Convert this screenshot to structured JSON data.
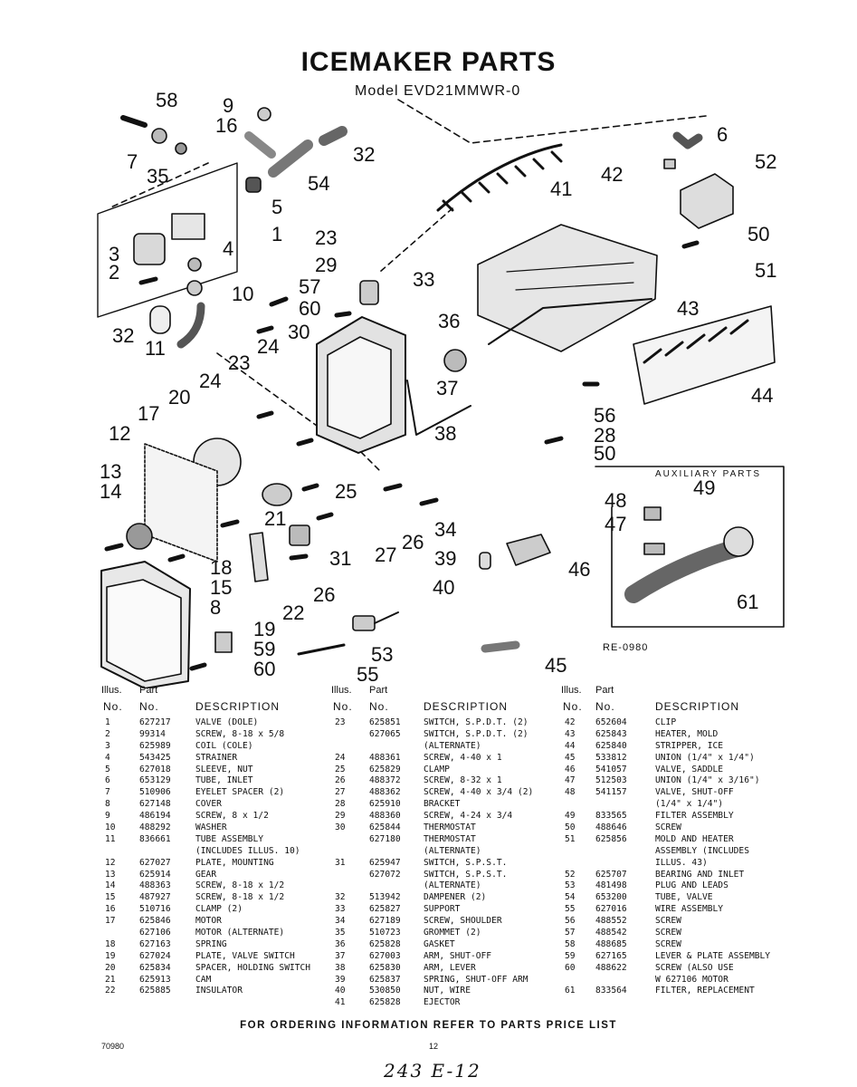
{
  "header": {
    "title": "ICEMAKER PARTS",
    "model": "Model EVD21MMWR-0"
  },
  "diagram": {
    "callouts": [
      "58",
      "9",
      "16",
      "32",
      "6",
      "7",
      "35",
      "54",
      "5",
      "41",
      "42",
      "52",
      "1",
      "3",
      "2",
      "4",
      "10",
      "23",
      "29",
      "33",
      "50",
      "51",
      "57",
      "60",
      "32",
      "11",
      "36",
      "43",
      "24",
      "30",
      "23",
      "44",
      "37",
      "24",
      "20",
      "17",
      "56",
      "28",
      "50",
      "12",
      "38",
      "13",
      "14",
      "25",
      "21",
      "27",
      "34",
      "39",
      "26",
      "18",
      "31",
      "15",
      "26",
      "40",
      "46",
      "8",
      "22",
      "19",
      "59",
      "60",
      "53",
      "55",
      "45",
      "48",
      "49",
      "47",
      "61"
    ],
    "auxiliary_title": "AUXILIARY PARTS",
    "reference_code": "RE-0980"
  },
  "table": {
    "header_line1": {
      "illus": "Illus.",
      "part": "Part"
    },
    "header_line2": {
      "no1": "No.",
      "no2": "No.",
      "desc": "DESCRIPTION"
    },
    "col1": [
      [
        "1",
        "627217",
        "VALVE (DOLE)"
      ],
      [
        "2",
        "99314",
        "SCREW, 8-18 x 5/8"
      ],
      [
        "3",
        "625989",
        "COIL (COLE)"
      ],
      [
        "4",
        "543425",
        "STRAINER"
      ],
      [
        "5",
        "627018",
        "SLEEVE, NUT"
      ],
      [
        "6",
        "653129",
        "TUBE, INLET"
      ],
      [
        "7",
        "510906",
        "EYELET SPACER (2)"
      ],
      [
        "8",
        "627148",
        "COVER"
      ],
      [
        "9",
        "486194",
        "SCREW, 8 x 1/2"
      ],
      [
        "10",
        "488292",
        "WASHER"
      ],
      [
        "11",
        "836661",
        "TUBE ASSEMBLY"
      ],
      [
        "",
        "",
        "(INCLUDES ILLUS. 10)"
      ],
      [
        "12",
        "627027",
        "PLATE, MOUNTING"
      ],
      [
        "13",
        "625914",
        "GEAR"
      ],
      [
        "14",
        "488363",
        "SCREW, 8-18 x 1/2"
      ],
      [
        "15",
        "487927",
        "SCREW, 8-18 x 1/2"
      ],
      [
        "16",
        "510716",
        "CLAMP (2)"
      ],
      [
        "17",
        "625846",
        "MOTOR"
      ],
      [
        "",
        "627106",
        "MOTOR (ALTERNATE)"
      ],
      [
        "18",
        "627163",
        "SPRING"
      ],
      [
        "19",
        "627024",
        "PLATE, VALVE SWITCH"
      ],
      [
        "20",
        "625834",
        "SPACER, HOLDING SWITCH"
      ],
      [
        "21",
        "625913",
        "CAM"
      ],
      [
        "22",
        "625885",
        "INSULATOR"
      ]
    ],
    "col2": [
      [
        "23",
        "625851",
        "SWITCH, S.P.D.T. (2)"
      ],
      [
        "",
        "627065",
        "SWITCH, S.P.D.T. (2)"
      ],
      [
        "",
        "",
        "(ALTERNATE)"
      ],
      [
        "24",
        "488361",
        "SCREW, 4-40 x 1"
      ],
      [
        "25",
        "625829",
        "CLAMP"
      ],
      [
        "26",
        "488372",
        "SCREW, 8-32 x 1"
      ],
      [
        "27",
        "488362",
        "SCREW, 4-40 x 3/4 (2)"
      ],
      [
        "28",
        "625910",
        "BRACKET"
      ],
      [
        "29",
        "488360",
        "SCREW, 4-24 x 3/4"
      ],
      [
        "30",
        "625844",
        "THERMOSTAT"
      ],
      [
        "",
        "627180",
        "THERMOSTAT"
      ],
      [
        "",
        "",
        "(ALTERNATE)"
      ],
      [
        "31",
        "625947",
        "SWITCH, S.P.S.T."
      ],
      [
        "",
        "627072",
        "SWITCH, S.P.S.T."
      ],
      [
        "",
        "",
        "(ALTERNATE)"
      ],
      [
        "32",
        "513942",
        "DAMPENER (2)"
      ],
      [
        "33",
        "625827",
        "SUPPORT"
      ],
      [
        "34",
        "627189",
        "SCREW, SHOULDER"
      ],
      [
        "35",
        "510723",
        "GROMMET (2)"
      ],
      [
        "36",
        "625828",
        "GASKET"
      ],
      [
        "37",
        "627003",
        "ARM, SHUT-OFF"
      ],
      [
        "38",
        "625830",
        "ARM, LEVER"
      ],
      [
        "39",
        "625837",
        "SPRING, SHUT-OFF ARM"
      ],
      [
        "40",
        "530850",
        "NUT, WIRE"
      ],
      [
        "41",
        "625828",
        "EJECTOR"
      ]
    ],
    "col3": [
      [
        "42",
        "652604",
        "CLIP"
      ],
      [
        "43",
        "625843",
        "HEATER, MOLD"
      ],
      [
        "44",
        "625840",
        "STRIPPER, ICE"
      ],
      [
        "45",
        "533812",
        "UNION (1/4\" x 1/4\")"
      ],
      [
        "46",
        "541057",
        "VALVE, SADDLE"
      ],
      [
        "47",
        "512503",
        "UNION (1/4\" x 3/16\")"
      ],
      [
        "48",
        "541157",
        "VALVE, SHUT-OFF"
      ],
      [
        "",
        "",
        "(1/4\" x 1/4\")"
      ],
      [
        "49",
        "833565",
        "FILTER ASSEMBLY"
      ],
      [
        "50",
        "488646",
        "SCREW"
      ],
      [
        "51",
        "625856",
        "MOLD AND HEATER"
      ],
      [
        "",
        "",
        "ASSEMBLY (INCLUDES"
      ],
      [
        "",
        "",
        "ILLUS. 43)"
      ],
      [
        "52",
        "625707",
        "BEARING AND INLET"
      ],
      [
        "53",
        "481498",
        "PLUG AND LEADS"
      ],
      [
        "54",
        "653200",
        "TUBE, VALVE"
      ],
      [
        "55",
        "627016",
        "WIRE ASSEMBLY"
      ],
      [
        "56",
        "488552",
        "SCREW"
      ],
      [
        "57",
        "488542",
        "SCREW"
      ],
      [
        "58",
        "488685",
        "SCREW"
      ],
      [
        "59",
        "627165",
        "LEVER & PLATE ASSEMBLY"
      ],
      [
        "60",
        "488622",
        "SCREW (ALSO USE"
      ],
      [
        "",
        "",
        "W 627106 MOTOR"
      ],
      [
        "61",
        "833564",
        "FILTER, REPLACEMENT"
      ]
    ]
  },
  "footer": {
    "ordering_note": "FOR ORDERING INFORMATION REFER TO PARTS PRICE LIST",
    "doc_code": "70980",
    "page_number": "12",
    "handwritten_note": "243 E-12"
  }
}
